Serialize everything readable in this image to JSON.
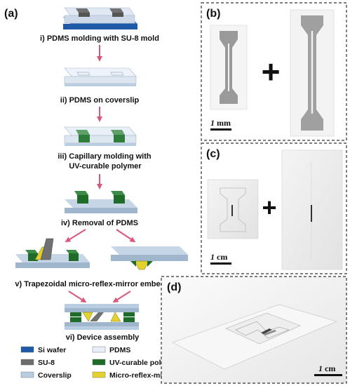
{
  "panels": {
    "a": {
      "label": "(a)",
      "steps": [
        {
          "label": "i) PDMS molding with SU-8 mold"
        },
        {
          "label": "ii) PDMS on coverslip"
        },
        {
          "label_line1": "iii) Capillary molding with",
          "label_line2": "UV-curable polymer"
        },
        {
          "label": "iv) Removal of PDMS"
        },
        {
          "label": "v) Trapezoidal micro-reflex-mirror embedding"
        },
        {
          "label": "vi) Device assembly"
        }
      ],
      "legend": [
        {
          "label": "Si wafer",
          "color": "#1f5aa6"
        },
        {
          "label": "PDMS",
          "color": "#e6eef8"
        },
        {
          "label": "SU-8",
          "color": "#6d6d6d"
        },
        {
          "label": "UV-curable polymer",
          "color": "#1e6b2a"
        },
        {
          "label": "Coverslip",
          "color": "#b9cde2"
        },
        {
          "label": "Micro-reflex-mirror",
          "color": "#e3d22e"
        }
      ]
    },
    "b": {
      "label": "(b)",
      "plus": "+",
      "scale_num": "1",
      "scale_unit": "mm"
    },
    "c": {
      "label": "(c)",
      "plus": "+",
      "scale_num": "1",
      "scale_unit": "cm"
    },
    "d": {
      "label": "(d)",
      "scale_num": "1",
      "scale_unit": "cm"
    }
  },
  "colors": {
    "arrow": "#d9577a",
    "panel_border": "#333333"
  }
}
